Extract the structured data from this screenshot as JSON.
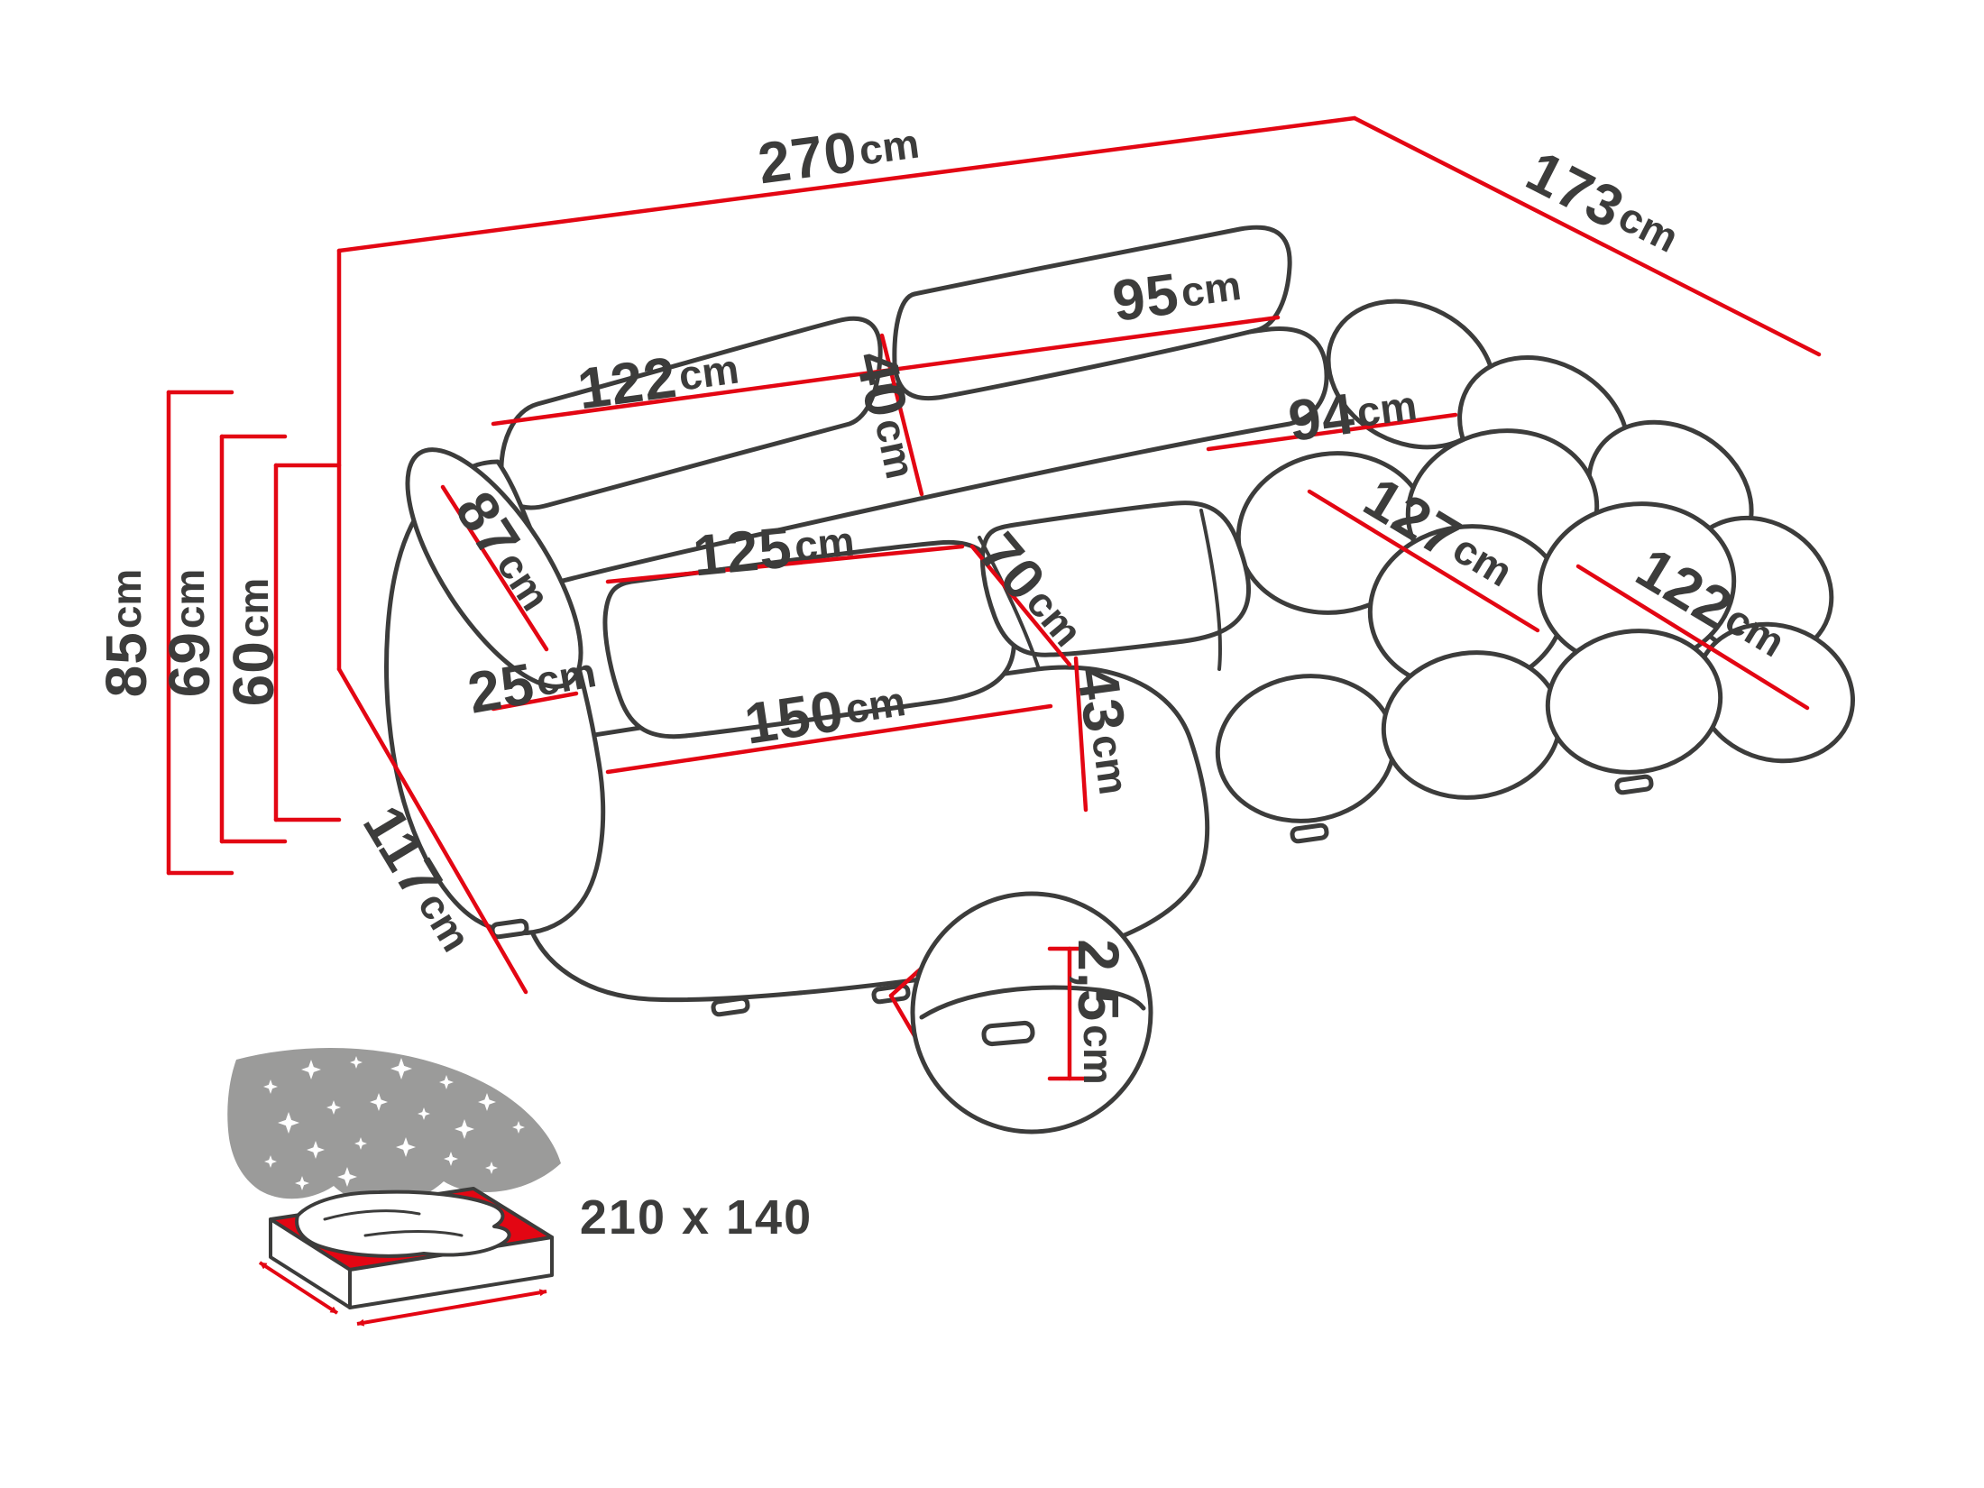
{
  "title": "Corner sofa dimensions diagram",
  "colors": {
    "red": "#e30613",
    "dark": "#3c3c3b",
    "gray": "#9b9b9a"
  },
  "icons": {
    "sleeping_function": "bed-sleeping-area-icon",
    "detail_magnifier": "leg-height-detail-circle"
  },
  "dimensions": {
    "overall_width": {
      "value": "270",
      "unit": "cm"
    },
    "overall_depth": {
      "value": "173",
      "unit": "cm"
    },
    "total_height": {
      "value": "85",
      "unit": "cm"
    },
    "backrest_height": {
      "value": "69",
      "unit": "cm"
    },
    "armrest_height": {
      "value": "60",
      "unit": "cm"
    },
    "base_depth": {
      "value": "117",
      "unit": "cm"
    },
    "back_cushion_left_width": {
      "value": "122",
      "unit": "cm"
    },
    "back_cushion_right_width": {
      "value": "95",
      "unit": "cm"
    },
    "back_cushion_height": {
      "value": "40",
      "unit": "cm"
    },
    "armrest_length": {
      "value": "87",
      "unit": "cm"
    },
    "armrest_width": {
      "value": "25",
      "unit": "cm"
    },
    "seat_depth": {
      "value": "125",
      "unit": "cm"
    },
    "middle_seat_width": {
      "value": "70",
      "unit": "cm"
    },
    "seat_front_width": {
      "value": "150",
      "unit": "cm"
    },
    "seat_height": {
      "value": "43",
      "unit": "cm"
    },
    "chaise_back_width": {
      "value": "94",
      "unit": "cm"
    },
    "chaise_length": {
      "value": "127",
      "unit": "cm"
    },
    "chaise_side_length": {
      "value": "122",
      "unit": "cm"
    },
    "leg_height": {
      "value": "2,5",
      "unit": "cm"
    }
  },
  "sleeping_area": {
    "label": "210 x 140"
  }
}
